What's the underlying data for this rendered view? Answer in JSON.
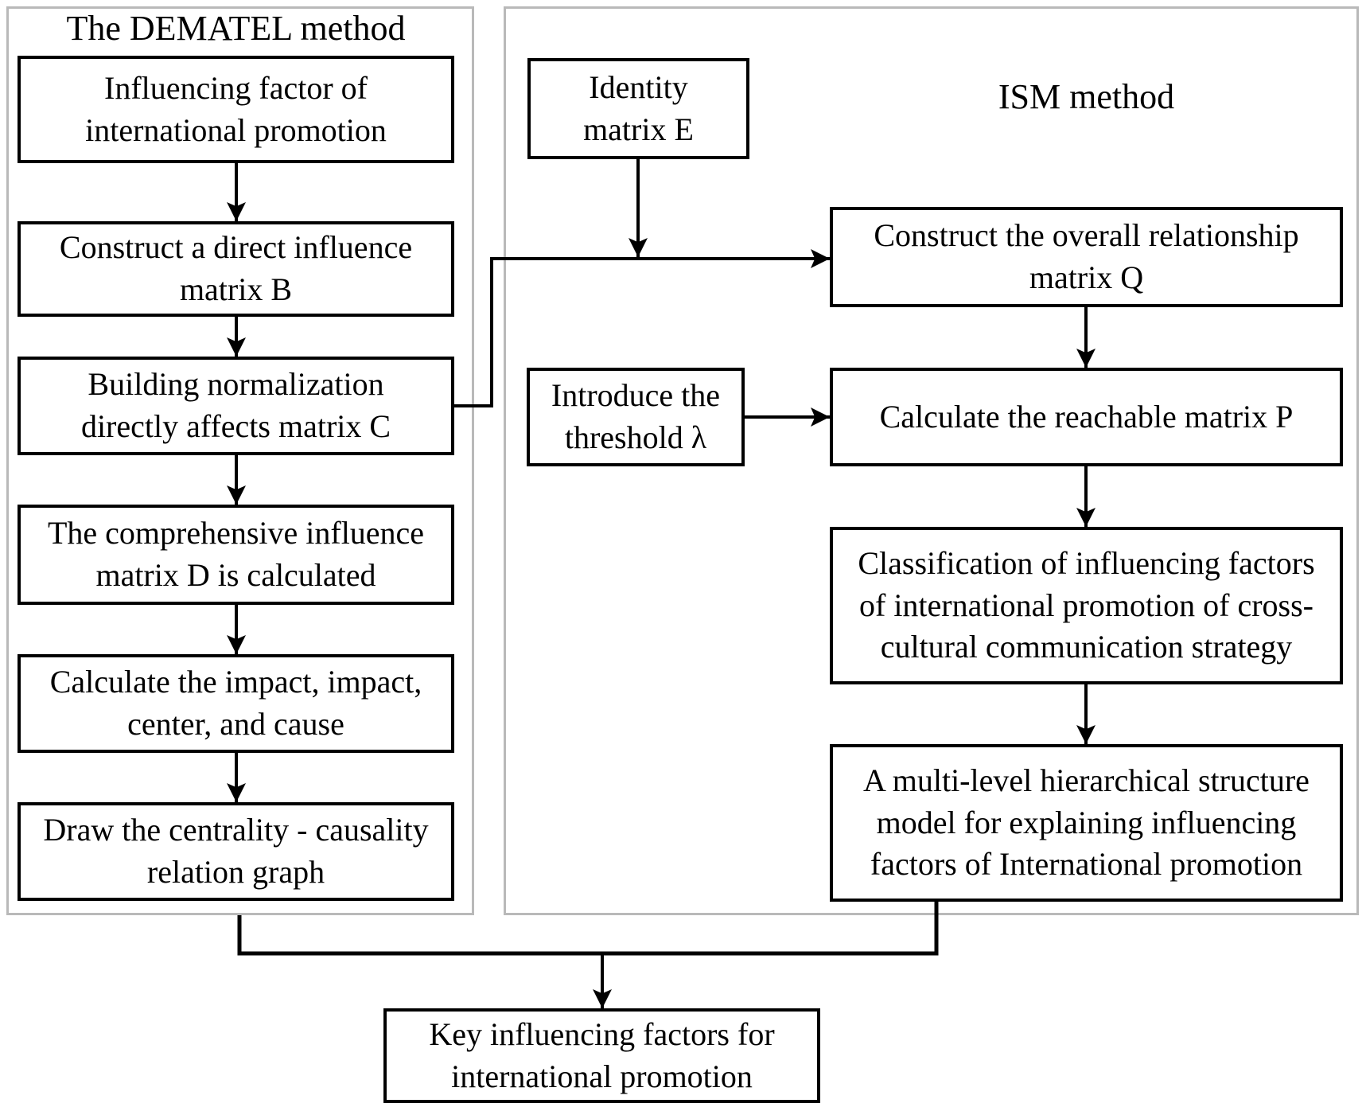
{
  "figure": {
    "background": "#ffffff",
    "panel_border_color": "#b9b9b9",
    "line_color": "#000000",
    "text_color": "#000000"
  },
  "dematel": {
    "title": "The DEMATEL method",
    "boxes": [
      {
        "label": "Influencing factor of\ninternational promotion"
      },
      {
        "label": "Construct a direct influence\nmatrix B"
      },
      {
        "label": "Building normalization\ndirectly affects matrix C"
      },
      {
        "label": "The comprehensive influence\nmatrix D is calculated"
      },
      {
        "label": "Calculate the impact, impact,\ncenter, and cause"
      },
      {
        "label": "Draw the centrality - causality\nrelation graph"
      }
    ]
  },
  "ism": {
    "title": "ISM method",
    "identity_box": "Identity\nmatrix E",
    "overall_matrix_box": "Construct the overall relationship\nmatrix Q",
    "threshold_box": "Introduce the\nthreshold λ",
    "reachable_matrix_box": "Calculate the reachable matrix P",
    "classification_box": "Classification of influencing factors\nof international promotion of cross-\ncultural communication strategy",
    "hierarchy_box": "A multi-level hierarchical structure\nmodel for explaining influencing\nfactors of International promotion"
  },
  "result": {
    "key_factors_box": "Key influencing factors for\ninternational promotion"
  }
}
